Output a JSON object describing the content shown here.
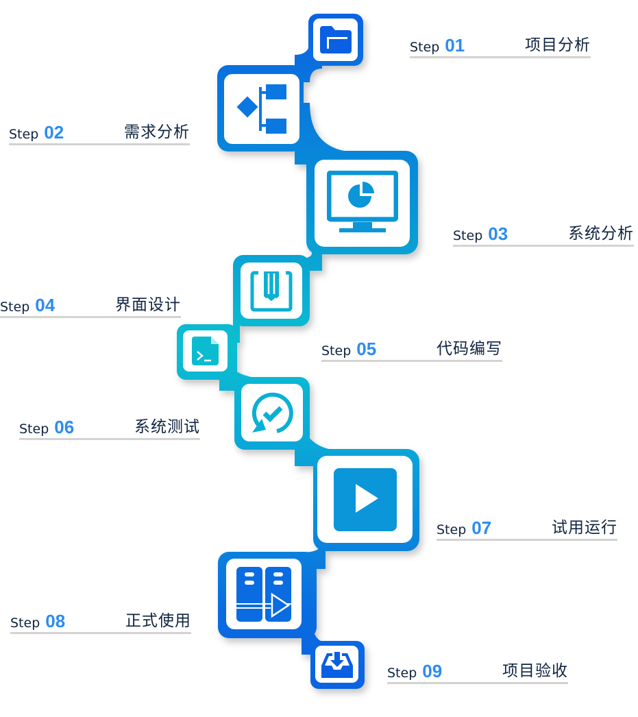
{
  "colors": {
    "top": "#0a62e0",
    "middle": "#0bbfd0",
    "bottom": "#0a62e0",
    "step_number": "#2b8cf2",
    "text": "#0f2340"
  },
  "steps": [
    {
      "step": "Step",
      "num": "01",
      "title": "项目分析",
      "icon": "folder-icon"
    },
    {
      "step": "Step",
      "num": "02",
      "title": "需求分析",
      "icon": "flowchart-icon"
    },
    {
      "step": "Step",
      "num": "03",
      "title": "系统分析",
      "icon": "monitor-pie-chart-icon"
    },
    {
      "step": "Step",
      "num": "04",
      "title": "界面设计",
      "icon": "design-pencil-icon"
    },
    {
      "step": "Step",
      "num": "05",
      "title": "代码编写",
      "icon": "code-file-icon"
    },
    {
      "step": "Step",
      "num": "06",
      "title": "系统测试",
      "icon": "refresh-check-icon"
    },
    {
      "step": "Step",
      "num": "07",
      "title": "试用运行",
      "icon": "play-icon"
    },
    {
      "step": "Step",
      "num": "08",
      "title": "正式使用",
      "icon": "server-deploy-icon"
    },
    {
      "step": "Step",
      "num": "09",
      "title": "项目验收",
      "icon": "inbox-download-icon"
    }
  ]
}
